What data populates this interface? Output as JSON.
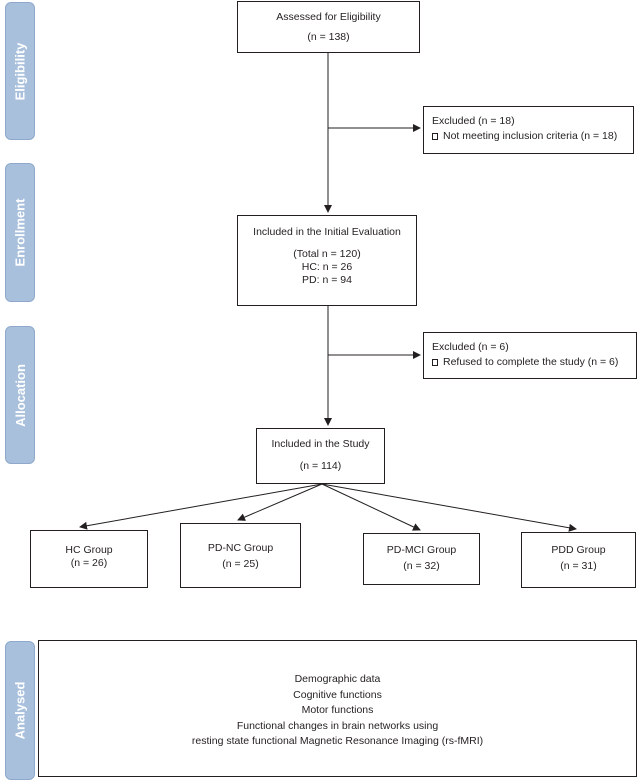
{
  "sidebar": {
    "eligibility": "Eligibility",
    "enrollment": "Enrollment",
    "allocation": "Allocation",
    "analysed": "Analysed"
  },
  "assessed": {
    "title": "Assessed for Eligibility",
    "count": "(n = 138)"
  },
  "excluded1": {
    "title": "Excluded (n = 18)",
    "reason": "Not meeting inclusion criteria (n = 18)"
  },
  "initial": {
    "title": "Included in the Initial Evaluation",
    "total": "(Total n = 120)",
    "hc": "HC: n = 26",
    "pd": "PD: n = 94"
  },
  "excluded2": {
    "title": "Excluded (n = 6)",
    "reason": "Refused to complete the study (n = 6)"
  },
  "study": {
    "title": "Included in the Study",
    "count": "(n = 114)"
  },
  "groups": [
    {
      "name": "HC Group",
      "count": "(n = 26)"
    },
    {
      "name": "PD-NC Group",
      "count": "(n = 25)"
    },
    {
      "name": "PD-MCI Group",
      "count": "(n = 32)"
    },
    {
      "name": "PDD Group",
      "count": "(n = 31)"
    }
  ],
  "analysis": {
    "items": [
      "Demographic data",
      "Cognitive functions",
      "Motor functions",
      "Functional changes in brain networks using",
      "resting state functional Magnetic Resonance Imaging (rs-fMRI)"
    ]
  }
}
